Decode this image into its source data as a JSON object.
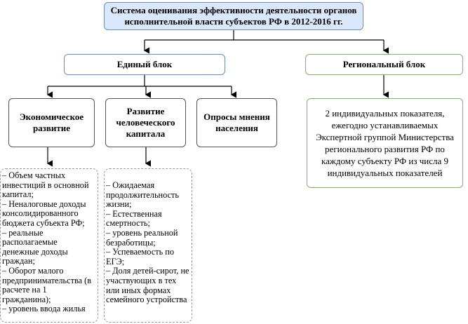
{
  "title": "Система оценивания эффективности деятельности органов исполнительной власти субъектов РФ в 2012-2016 гг.",
  "unified_block": "Единый блок",
  "regional_block": "Региональный блок",
  "categories": [
    "Экономическое развитие",
    "Развитие человеческого капитала",
    "Опросы мнения населения"
  ],
  "regional_text": "2 индивидуальных показателя, ежегодно устанавливаемых Экспертной группой Министерства регионального развития РФ по каждому субъекту РФ из числа 9 индивидуальных показателей",
  "economic_indicators": "– Объем частных инвестиций в основной капитал;\n– Неналоговые доходы консолидированного бюджета субъекта РФ;\n– реальные располагаемые денежные доходы граждан;\n– Оборот малого предпринимательства (в расчете на 1 гражданина);\n– уровень ввода жилья",
  "human_capital_indicators": "– Ожидаемая продолжительность жизни;\n– Естественная смертность;\n– уровень реальной безработицы;\n– Успеваемость по ЕГЭ;\n– Доля детей-сирот, не участвующих в тех или иных формах семейного устройства"
}
